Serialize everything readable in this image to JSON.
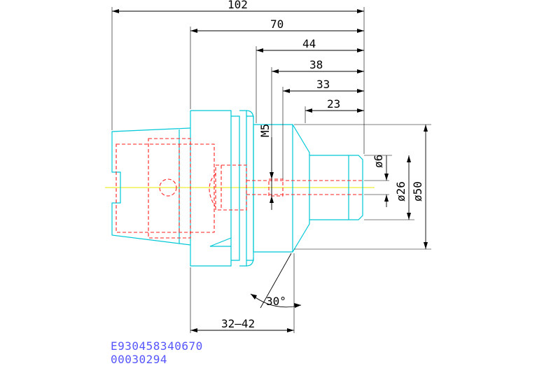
{
  "drawing": {
    "dimensions": {
      "overall_length": "102",
      "length_70": "70",
      "length_44": "44",
      "length_38": "38",
      "length_33": "33",
      "length_23": "23",
      "thread": "M5",
      "dia_6": "ø6",
      "dia_26": "ø26",
      "dia_50": "ø50",
      "angle": "30°",
      "range": "32—42"
    },
    "codes": {
      "part_number": "E930458340670",
      "reference": "00030294"
    }
  },
  "colors": {
    "outline": "#00c8d8",
    "hidden_lines": "#ff2020",
    "center_line": "#e8e800",
    "dimension": "#000000",
    "code_text": "#5555ff"
  }
}
